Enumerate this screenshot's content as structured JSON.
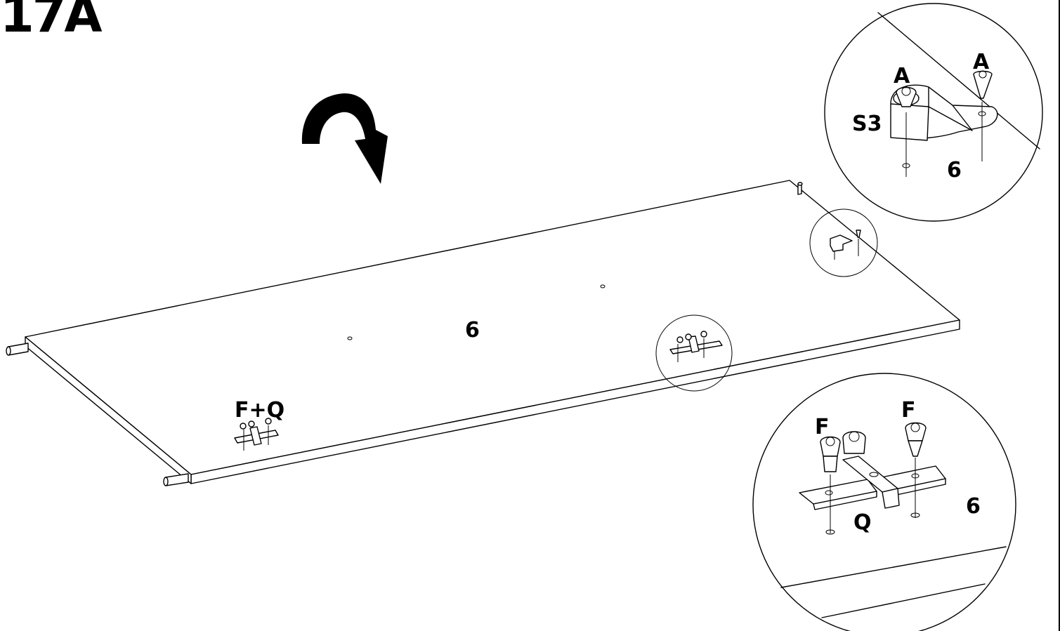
{
  "step": {
    "number": "17A"
  },
  "labels": {
    "panel_center": "6",
    "callout_fq": "F+Q",
    "top_detail": {
      "screw_left": "A",
      "screw_right": "A",
      "bracket": "S3",
      "panel": "6"
    },
    "bottom_detail": {
      "screw_left": "F",
      "screw_right": "F",
      "bracket": "Q",
      "panel": "6"
    }
  },
  "icons": {
    "rotation": "rotate-arrow-icon"
  },
  "colors": {
    "ink": "#000000",
    "paper": "#ffffff"
  }
}
